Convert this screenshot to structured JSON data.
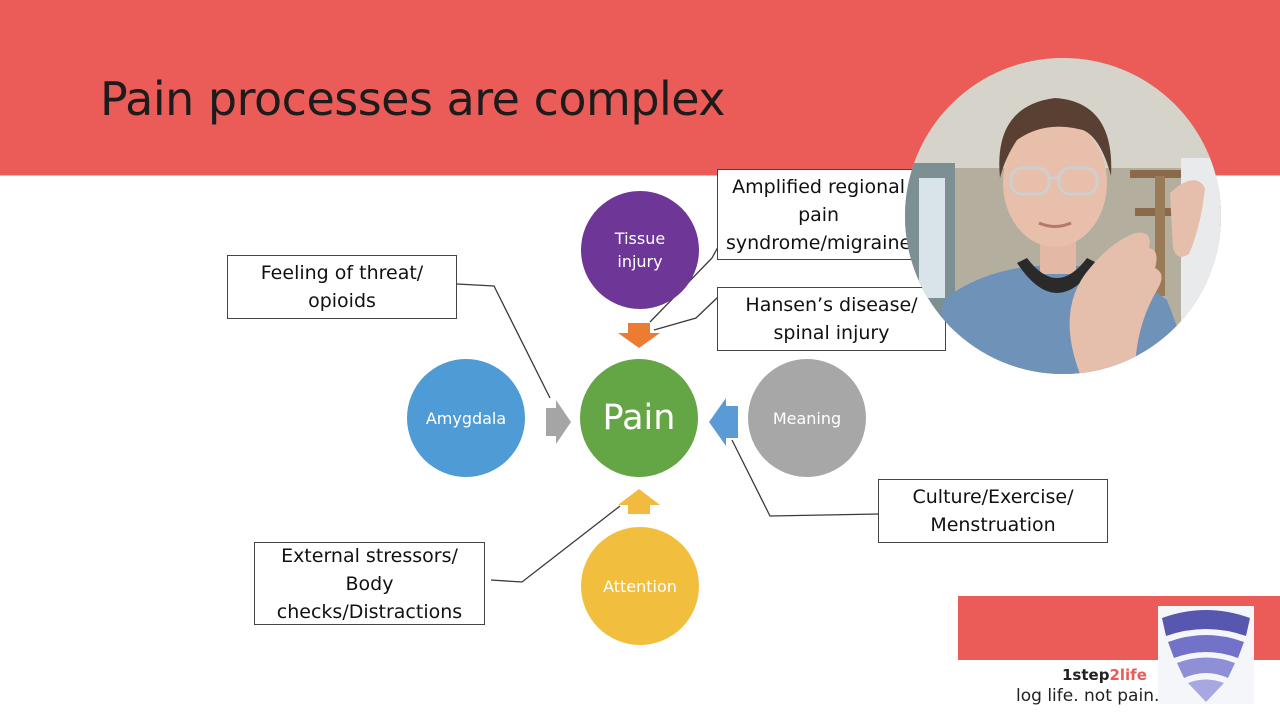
{
  "slide": {
    "title": "Pain processes are complex",
    "colors": {
      "header_band": "#EB5B58",
      "tissue_injury": "#6E3797",
      "amygdala": "#4E9BD6",
      "pain": "#64A546",
      "meaning": "#A7A7A7",
      "attention": "#F1BE3E",
      "arrow_top": "#EC7C31",
      "arrow_left": "#A5A5A5",
      "arrow_right": "#5B9BD5",
      "arrow_bottom": "#F3BA40"
    }
  },
  "diagram": {
    "nodes": {
      "tissue_injury": "Tissue\ninjury",
      "amygdala": "Amygdala",
      "pain": "Pain",
      "meaning": "Meaning",
      "attention": "Attention"
    },
    "callouts": {
      "threat": "Feeling of threat/\nopioids",
      "amplified": "Amplified regional\npain\nsyndrome/migraine",
      "hansens": "Hansen’s disease/\nspinal injury",
      "culture": "Culture/Exercise/\nMenstruation",
      "stressors": "External stressors/\nBody\nchecks/Distractions"
    }
  },
  "branding": {
    "name_part1": "1step",
    "name_part2": "2life",
    "tagline": "log life. not pain.",
    "logo_icon": "funnel-logo-icon"
  },
  "webcam": {
    "icon": "presenter-video-feed"
  }
}
